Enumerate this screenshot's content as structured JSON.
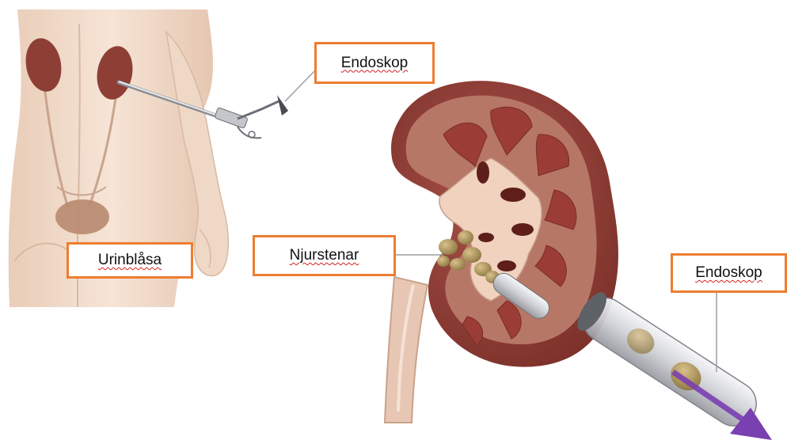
{
  "labels": {
    "endoskop_top": "Endoskop",
    "urinblasa": "Urinblåsa",
    "njurstenar": "Njurstenar",
    "endoskop_right": "Endoskop"
  },
  "colors": {
    "label_border": "#ed7d31",
    "kidney": "#8e3f35",
    "skin": "#f2dccb",
    "arrow": "#7a3fb0"
  },
  "icons": [
    "human-back-illustration",
    "kidney-cross-section",
    "endoscope-instrument",
    "kidney-stones",
    "purple-arrow"
  ]
}
